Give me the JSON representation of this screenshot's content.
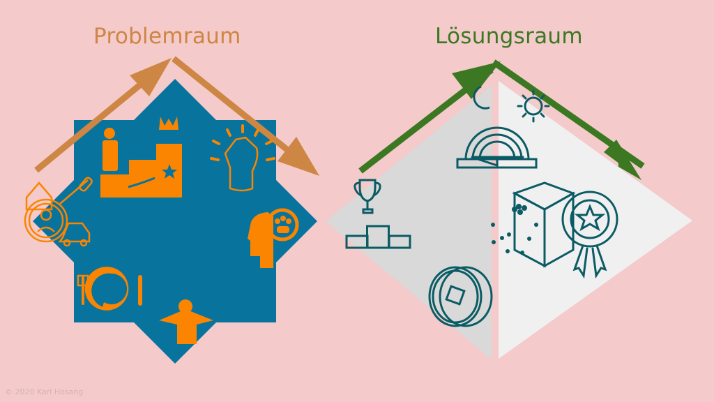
{
  "slide": {
    "background": "#f4cacb",
    "copyright": "© 2020 Karl Hosang"
  },
  "problem_space": {
    "title": "Problemraum",
    "title_color": "#cd8643",
    "shape": "eight-point star",
    "shape_color": "#08739d",
    "icon_color": "#fb8500",
    "arrow_color": "#cd8643",
    "icons": [
      "stairs-success-icon",
      "raised-fist-icon",
      "thinking-team-icon",
      "person-tied-icon",
      "empty-plate-icon",
      "house-key-car-search-icon"
    ]
  },
  "solution_space": {
    "title": "Lösungsraum",
    "title_color": "#3b7821",
    "shape": "split diamond",
    "left_half_color": "#d9d9d9",
    "right_half_color": "#f0f0f0",
    "icon_color": "#0b5b64",
    "arrow_color": "#3b7821",
    "icons": [
      "moon-icon",
      "sun-icon",
      "rainbow-book-icon",
      "trophy-podium-icon",
      "dice-icon",
      "rosette-award-icon",
      "coins-icon"
    ]
  }
}
